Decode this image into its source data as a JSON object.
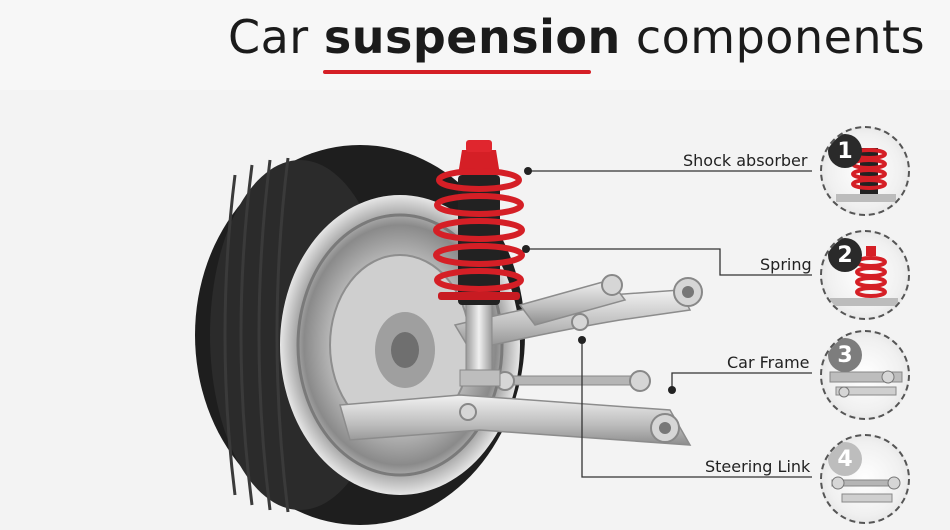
{
  "title": {
    "prefix": "Car ",
    "bold": "suspension",
    "suffix": " components"
  },
  "components": [
    {
      "number": "1",
      "label": "Shock absorber",
      "icon": "shock-absorber-icon"
    },
    {
      "number": "2",
      "label": "Spring",
      "icon": "coil-spring-icon"
    },
    {
      "number": "3",
      "label": "Car Frame",
      "icon": "car-frame-icon"
    },
    {
      "number": "4",
      "label": "Steering Link",
      "icon": "steering-link-icon"
    }
  ],
  "colors": {
    "accent": "#d51f26",
    "badge_dark": "#2a2a2a",
    "badge_gray": "#7d7d7d",
    "badge_light": "#bdbdbd",
    "tire": "#1e1e1e",
    "metal": "#c9c9c9"
  }
}
